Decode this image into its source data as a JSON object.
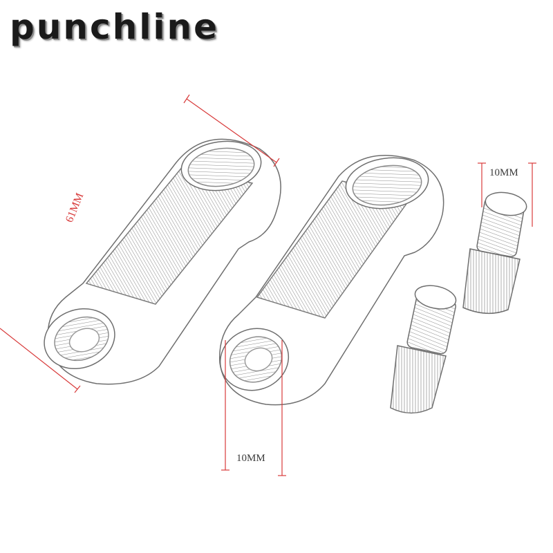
{
  "brand": {
    "text": "punchline"
  },
  "dimensions": {
    "length": "61MM",
    "hole_diameter": "10MM",
    "bolt_length": "10MM"
  },
  "colors": {
    "dimension_line": "#d83a3a",
    "sketch": "#6e6e6e",
    "background": "#ffffff"
  }
}
